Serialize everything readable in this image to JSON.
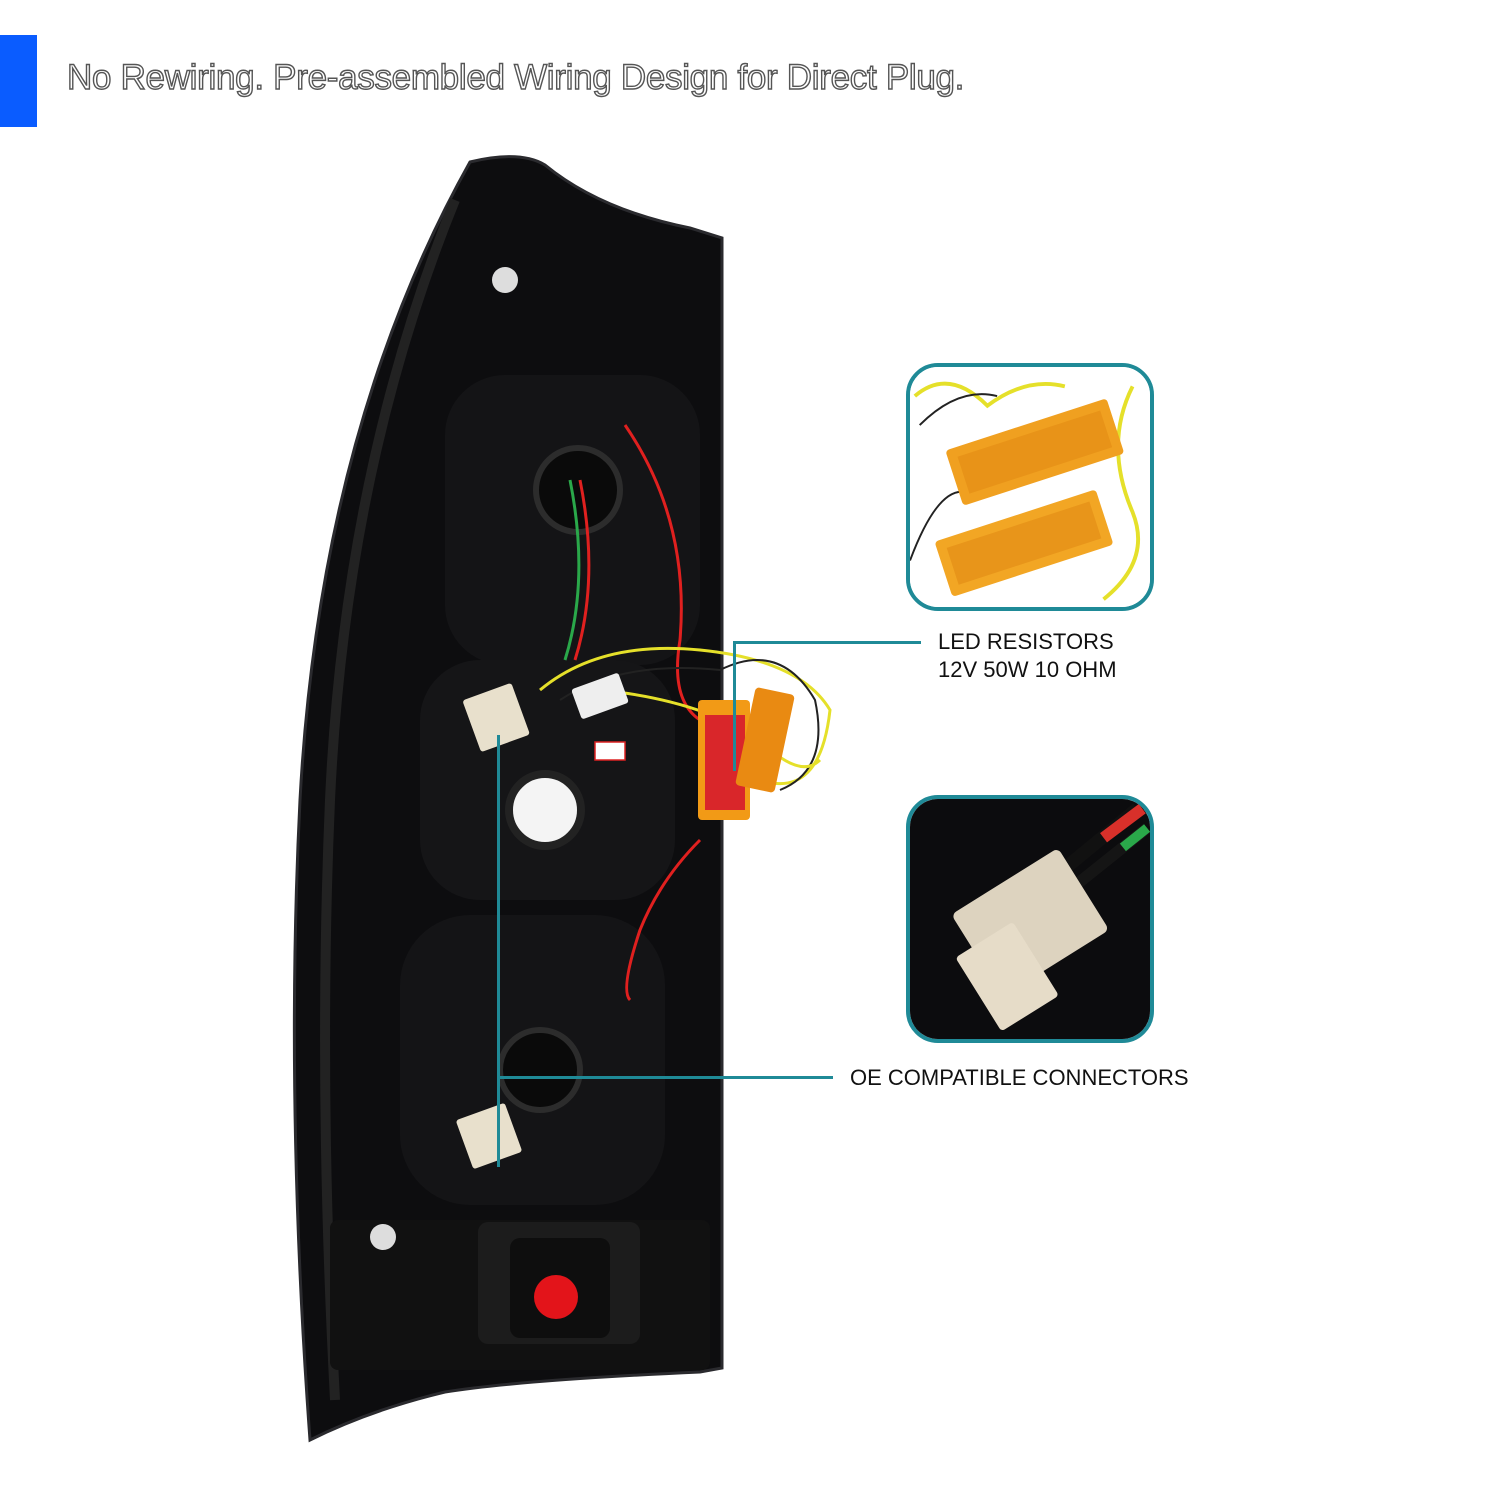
{
  "header": {
    "title": "No Rewiring. Pre-assembled Wiring Design for Direct Plug.",
    "accent_color": "#0a5cff"
  },
  "callouts": {
    "resistors": {
      "line1": "LED RESISTORS",
      "line2": "12V 50W 10 OHM"
    },
    "connectors": {
      "label": "OE COMPATIBLE CONNECTORS"
    },
    "callout_color": "#1f8a97"
  }
}
